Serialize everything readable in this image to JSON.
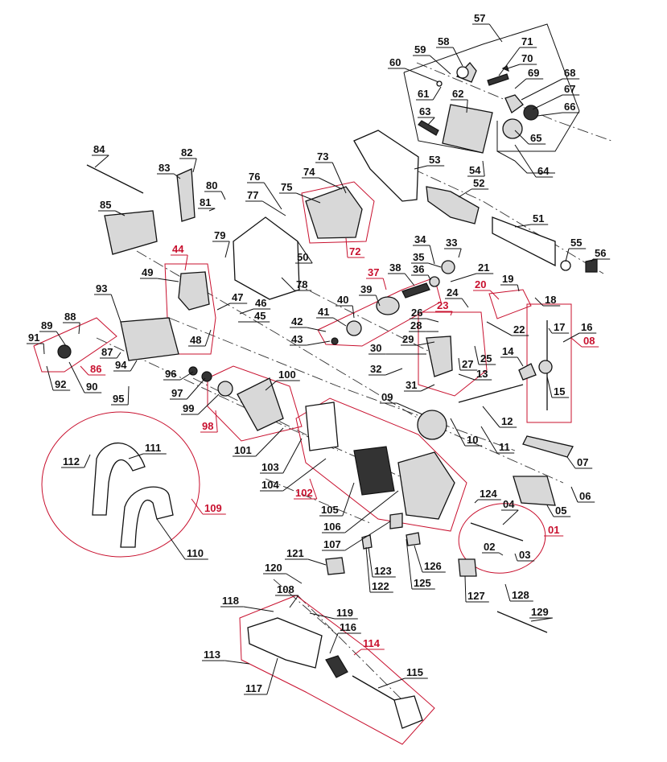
{
  "diagram": {
    "type": "exploded-parts-diagram",
    "accent_color": "#c8102e",
    "line_color": "#111111",
    "labels": [
      {
        "id": "l57",
        "text": "57",
        "red": false
      },
      {
        "id": "l58",
        "text": "58",
        "red": false
      },
      {
        "id": "l59",
        "text": "59",
        "red": false
      },
      {
        "id": "l60",
        "text": "60",
        "red": false
      },
      {
        "id": "l61",
        "text": "61",
        "red": false
      },
      {
        "id": "l62",
        "text": "62",
        "red": false
      },
      {
        "id": "l63",
        "text": "63",
        "red": false
      },
      {
        "id": "l71",
        "text": "71",
        "red": false
      },
      {
        "id": "l70",
        "text": "70",
        "red": false
      },
      {
        "id": "l69",
        "text": "69",
        "red": false
      },
      {
        "id": "l68",
        "text": "68",
        "red": false
      },
      {
        "id": "l67",
        "text": "67",
        "red": false
      },
      {
        "id": "l66",
        "text": "66",
        "red": false
      },
      {
        "id": "l65",
        "text": "65",
        "red": false
      },
      {
        "id": "l64",
        "text": "64",
        "red": false
      },
      {
        "id": "l84",
        "text": "84",
        "red": false
      },
      {
        "id": "l82",
        "text": "82",
        "red": false
      },
      {
        "id": "l83",
        "text": "83",
        "red": false
      },
      {
        "id": "l73",
        "text": "73",
        "red": false
      },
      {
        "id": "l53",
        "text": "53",
        "red": false
      },
      {
        "id": "l54",
        "text": "54",
        "red": false
      },
      {
        "id": "l76",
        "text": "76",
        "red": false
      },
      {
        "id": "l74",
        "text": "74",
        "red": false
      },
      {
        "id": "l52",
        "text": "52",
        "red": false
      },
      {
        "id": "l80",
        "text": "80",
        "red": false
      },
      {
        "id": "l77",
        "text": "77",
        "red": false
      },
      {
        "id": "l75",
        "text": "75",
        "red": false
      },
      {
        "id": "l81",
        "text": "81",
        "red": false
      },
      {
        "id": "l85",
        "text": "85",
        "red": false
      },
      {
        "id": "l51",
        "text": "51",
        "red": false
      },
      {
        "id": "l79",
        "text": "79",
        "red": false
      },
      {
        "id": "l34",
        "text": "34",
        "red": false
      },
      {
        "id": "l33",
        "text": "33",
        "red": false
      },
      {
        "id": "l55",
        "text": "55",
        "red": false
      },
      {
        "id": "l56",
        "text": "56",
        "red": false
      },
      {
        "id": "l44",
        "text": "44",
        "red": true
      },
      {
        "id": "l72",
        "text": "72",
        "red": true
      },
      {
        "id": "l50",
        "text": "50",
        "red": false
      },
      {
        "id": "l35",
        "text": "35",
        "red": false
      },
      {
        "id": "l37",
        "text": "37",
        "red": true
      },
      {
        "id": "l38",
        "text": "38",
        "red": false
      },
      {
        "id": "l36",
        "text": "36",
        "red": false
      },
      {
        "id": "l21",
        "text": "21",
        "red": false
      },
      {
        "id": "l49",
        "text": "49",
        "red": false
      },
      {
        "id": "l78",
        "text": "78",
        "red": false
      },
      {
        "id": "l20",
        "text": "20",
        "red": true
      },
      {
        "id": "l19",
        "text": "19",
        "red": false
      },
      {
        "id": "l93",
        "text": "93",
        "red": false
      },
      {
        "id": "l39",
        "text": "39",
        "red": false
      },
      {
        "id": "l24",
        "text": "24",
        "red": false
      },
      {
        "id": "l18",
        "text": "18",
        "red": false
      },
      {
        "id": "l47",
        "text": "47",
        "red": false
      },
      {
        "id": "l46",
        "text": "46",
        "red": false
      },
      {
        "id": "l40",
        "text": "40",
        "red": false
      },
      {
        "id": "l23",
        "text": "23",
        "red": true
      },
      {
        "id": "l45",
        "text": "45",
        "red": false
      },
      {
        "id": "l26",
        "text": "26",
        "red": false
      },
      {
        "id": "l88",
        "text": "88",
        "red": false
      },
      {
        "id": "l41",
        "text": "41",
        "red": false
      },
      {
        "id": "l42",
        "text": "42",
        "red": false
      },
      {
        "id": "l17",
        "text": "17",
        "red": false
      },
      {
        "id": "l16",
        "text": "16",
        "red": false
      },
      {
        "id": "l89",
        "text": "89",
        "red": false
      },
      {
        "id": "l28",
        "text": "28",
        "red": false
      },
      {
        "id": "l22",
        "text": "22",
        "red": false
      },
      {
        "id": "l91",
        "text": "91",
        "red": false
      },
      {
        "id": "l48",
        "text": "48",
        "red": false
      },
      {
        "id": "l43",
        "text": "43",
        "red": false
      },
      {
        "id": "l29",
        "text": "29",
        "red": false
      },
      {
        "id": "l25",
        "text": "25",
        "red": false
      },
      {
        "id": "l08",
        "text": "08",
        "red": true
      },
      {
        "id": "l87",
        "text": "87",
        "red": false
      },
      {
        "id": "l30",
        "text": "30",
        "red": false
      },
      {
        "id": "l14",
        "text": "14",
        "red": false
      },
      {
        "id": "l94",
        "text": "94",
        "red": false
      },
      {
        "id": "l86",
        "text": "86",
        "red": true
      },
      {
        "id": "l27",
        "text": "27",
        "red": false
      },
      {
        "id": "l32",
        "text": "32",
        "red": false
      },
      {
        "id": "l13",
        "text": "13",
        "red": false
      },
      {
        "id": "l92",
        "text": "92",
        "red": false
      },
      {
        "id": "l90",
        "text": "90",
        "red": false
      },
      {
        "id": "l96",
        "text": "96",
        "red": false
      },
      {
        "id": "l100",
        "text": "100",
        "red": false
      },
      {
        "id": "l31",
        "text": "31",
        "red": false
      },
      {
        "id": "l97",
        "text": "97",
        "red": false
      },
      {
        "id": "l15",
        "text": "15",
        "red": false
      },
      {
        "id": "l95",
        "text": "95",
        "red": false
      },
      {
        "id": "l09",
        "text": "09",
        "red": false
      },
      {
        "id": "l99",
        "text": "99",
        "red": false
      },
      {
        "id": "l12",
        "text": "12",
        "red": false
      },
      {
        "id": "l98",
        "text": "98",
        "red": true
      },
      {
        "id": "l10",
        "text": "10",
        "red": false
      },
      {
        "id": "l11",
        "text": "11",
        "red": false
      },
      {
        "id": "l111",
        "text": "111",
        "red": false
      },
      {
        "id": "l101",
        "text": "101",
        "red": false
      },
      {
        "id": "l07",
        "text": "07",
        "red": false
      },
      {
        "id": "l112",
        "text": "112",
        "red": false
      },
      {
        "id": "l103",
        "text": "103",
        "red": false
      },
      {
        "id": "l104",
        "text": "104",
        "red": false
      },
      {
        "id": "l102",
        "text": "102",
        "red": true
      },
      {
        "id": "l06",
        "text": "06",
        "red": false
      },
      {
        "id": "l124",
        "text": "124",
        "red": false
      },
      {
        "id": "l05",
        "text": "05",
        "red": false
      },
      {
        "id": "l04",
        "text": "04",
        "red": false
      },
      {
        "id": "l109",
        "text": "109",
        "red": true
      },
      {
        "id": "l105",
        "text": "105",
        "red": false
      },
      {
        "id": "l106",
        "text": "106",
        "red": false
      },
      {
        "id": "l01",
        "text": "01",
        "red": true
      },
      {
        "id": "l107",
        "text": "107",
        "red": false
      },
      {
        "id": "l02",
        "text": "02",
        "red": false
      },
      {
        "id": "l03",
        "text": "03",
        "red": false
      },
      {
        "id": "l110",
        "text": "110",
        "red": false
      },
      {
        "id": "l121",
        "text": "121",
        "red": false
      },
      {
        "id": "l123",
        "text": "123",
        "red": false
      },
      {
        "id": "l126",
        "text": "126",
        "red": false
      },
      {
        "id": "l120",
        "text": "120",
        "red": false
      },
      {
        "id": "l122",
        "text": "122",
        "red": false
      },
      {
        "id": "l125",
        "text": "125",
        "red": false
      },
      {
        "id": "l127",
        "text": "127",
        "red": false
      },
      {
        "id": "l128",
        "text": "128",
        "red": false
      },
      {
        "id": "l108",
        "text": "108",
        "red": false
      },
      {
        "id": "l118",
        "text": "118",
        "red": false
      },
      {
        "id": "l119",
        "text": "119",
        "red": false
      },
      {
        "id": "l129",
        "text": "129",
        "red": false
      },
      {
        "id": "l116",
        "text": "116",
        "red": false
      },
      {
        "id": "l114",
        "text": "114",
        "red": true
      },
      {
        "id": "l113",
        "text": "113",
        "red": false
      },
      {
        "id": "l115",
        "text": "115",
        "red": false
      },
      {
        "id": "l117",
        "text": "117",
        "red": false
      }
    ]
  }
}
